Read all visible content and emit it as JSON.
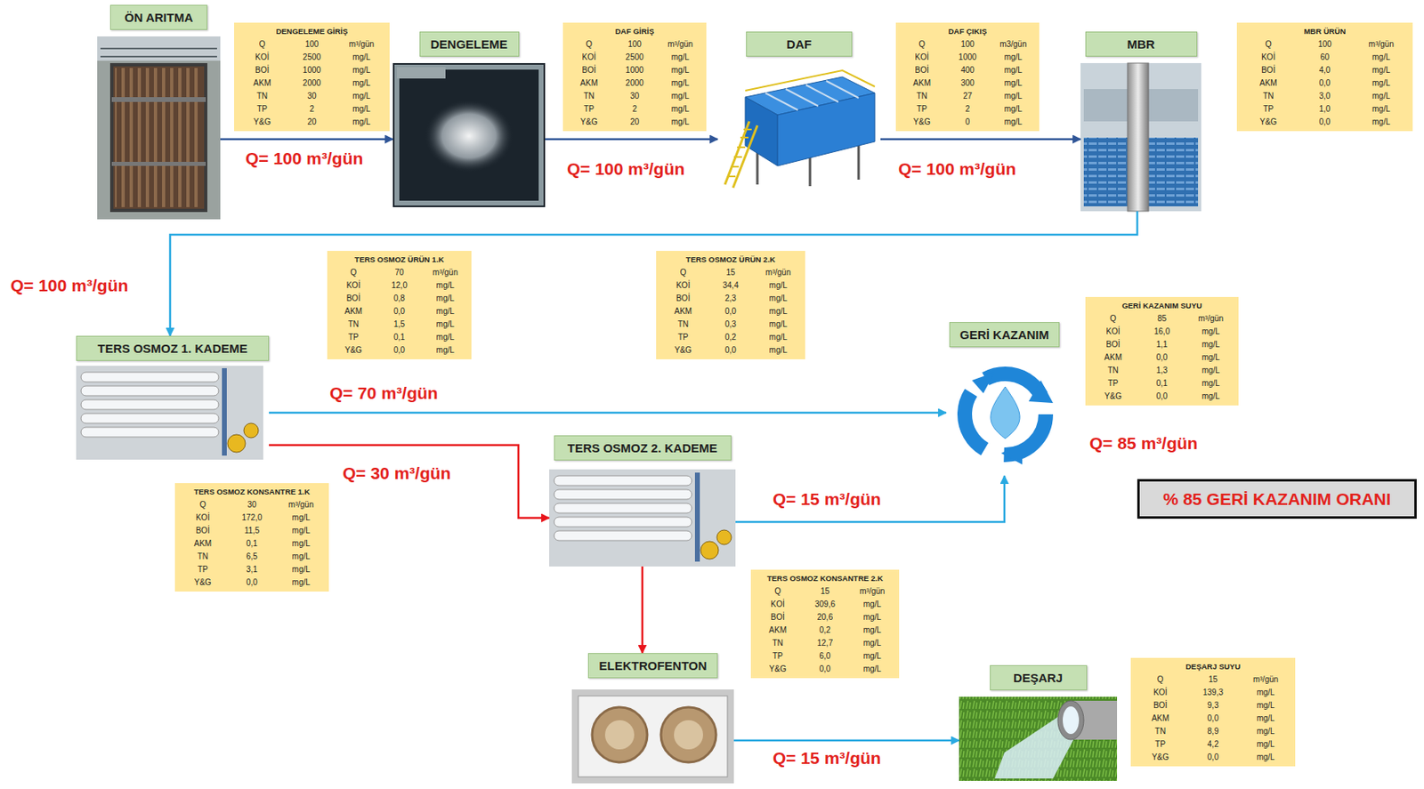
{
  "diagram": {
    "nodes": [
      {
        "text": [
          "ÖN ARITMA"
        ]
      },
      {
        "text": [
          "DENGELEME GİRİŞ",
          "Q",
          "100",
          "m³/gün",
          "KOİ",
          "2500",
          "mg/L",
          "BOİ",
          "1000",
          "mg/L",
          "AKM",
          "2000",
          "mg/L",
          "TN",
          "30",
          "mg/L",
          "TP",
          "2",
          "mg/L",
          "Y&G",
          "20",
          "mg/L"
        ]
      },
      {
        "text": [
          "DENGELEME"
        ]
      },
      {
        "text": [
          "DAF GİRİŞ",
          "Q",
          "100",
          "m³/gün",
          "KOİ",
          "2500",
          "mg/L",
          "BOİ",
          "1000",
          "mg/L",
          "AKM",
          "2000",
          "mg/L",
          "TN",
          "30",
          "mg/L",
          "TP",
          "2",
          "mg/L",
          "Y&G",
          "20",
          "mg/L"
        ]
      },
      {
        "text": [
          "DAF"
        ]
      },
      {
        "text": [
          "DAF ÇIKIŞ",
          "Q",
          "100",
          "m3/gün",
          "KOİ",
          "1000",
          "mg/L",
          "BOİ",
          "400",
          "mg/L",
          "AKM",
          "300",
          "mg/L",
          "TN",
          "27",
          "mg/L",
          "TP",
          "2",
          "mg/L",
          "Y&G",
          "0",
          "mg/L"
        ]
      },
      {
        "text": [
          "MBR"
        ]
      },
      {
        "text": [
          "MBR ÜRÜN",
          "Q",
          "100",
          "m³/gün",
          "KOİ",
          "60",
          "mg/L",
          "BOİ",
          "4,0",
          "mg/L",
          "AKM",
          "0,0",
          "mg/L",
          "TN",
          "3,0",
          "mg/L",
          "TP",
          "1,0",
          "mg/L",
          "Y&G",
          "0,0",
          "mg/L"
        ]
      },
      {
        "text": [
          "TERS OSMOZ ÜRÜN 1.K",
          "Q",
          "70",
          "m³/gün",
          "KOİ",
          "12,0",
          "mg/L",
          "BOİ",
          "0,8",
          "mg/L",
          "AKM",
          "0,0",
          "mg/L",
          "TN",
          "1,5",
          "mg/L",
          "TP",
          "0,1",
          "mg/L",
          "Y&G",
          "0,0",
          "mg/L"
        ]
      },
      {
        "text": [
          "TERS OSMOZ ÜRÜN 2.K",
          "Q",
          "15",
          "m³/gün",
          "KOİ",
          "34,4",
          "mg/L",
          "BOİ",
          "2,3",
          "mg/L",
          "AKM",
          "0,0",
          "mg/L",
          "TN",
          "0,3",
          "mg/L",
          "TP",
          "0,2",
          "mg/L",
          "Y&G",
          "0,0",
          "mg/L"
        ]
      },
      {
        "text": [
          "TERS OSMOZ 1. KADEME"
        ]
      },
      {
        "text": [
          "GERİ KAZANIM"
        ]
      },
      {
        "text": [
          "GERİ KAZANIM SUYU",
          "Q",
          "85",
          "m³/gün",
          "KOİ",
          "16,0",
          "mg/L",
          "BOİ",
          "1,1",
          "mg/L",
          "AKM",
          "0,0",
          "mg/L",
          "TN",
          "1,3",
          "mg/L",
          "TP",
          "0,1",
          "mg/L",
          "Y&G",
          "0,0",
          "mg/L"
        ]
      },
      {
        "text": [
          "TERS OSMOZ 2. KADEME"
        ]
      },
      {
        "text": [
          "% 85 GERİ KAZANIM ORANI"
        ]
      },
      {
        "text": [
          "TERS OSMOZ KONSANTRE 1.K",
          "Q",
          "30",
          "m³/gün",
          "KOİ",
          "172,0",
          "mg/L",
          "BOİ",
          "11,5",
          "mg/L",
          "AKM",
          "0,1",
          "mg/L",
          "TN",
          "6,5",
          "mg/L",
          "TP",
          "3,1",
          "mg/L",
          "Y&G",
          "0,0",
          "mg/L"
        ]
      },
      {
        "text": [
          "TERS OSMOZ KONSANTRE 2.K",
          "Q",
          "15",
          "m³/gün",
          "KOİ",
          "309,6",
          "mg/L",
          "BOİ",
          "20,6",
          "mg/L",
          "AKM",
          "0,2",
          "mg/L",
          "TN",
          "12,7",
          "mg/L",
          "TP",
          "6,0",
          "mg/L",
          "Y&G",
          "0,0",
          "mg/L"
        ]
      },
      {
        "text": [
          "ELEKTROFENTON"
        ]
      },
      {
        "text": [
          "DEŞARJ"
        ]
      },
      {
        "text": [
          "DEŞARJ SUYU",
          "Q",
          "15",
          "m³/gün",
          "KOİ",
          "139,3",
          "mg/L",
          "BOİ",
          "9,3",
          "mg/L",
          "AKM",
          "0,0",
          "mg/L",
          "TN",
          "8,9",
          "mg/L",
          "TP",
          "4,2",
          "mg/L",
          "Y&G",
          "0,0",
          "mg/L"
        ]
      }
    ],
    "edges": [
      {
        "from": 0,
        "to": 2,
        "arrow": "to",
        "label": "Q= 100 m³/gün"
      },
      {
        "from": 2,
        "to": 4,
        "arrow": "to",
        "label": "Q= 100 m³/gün"
      },
      {
        "from": 4,
        "to": 6,
        "arrow": "to",
        "label": "Q= 100 m³/gün"
      },
      {
        "from": 6,
        "to": 10,
        "arrow": "to",
        "label": "Q= 100 m³/gün"
      },
      {
        "from": 10,
        "to": 11,
        "arrow": "to",
        "label": "Q= 70 m³/gün"
      },
      {
        "from": 10,
        "to": 13,
        "arrow": "to",
        "label": "Q= 30 m³/gün"
      },
      {
        "from": 13,
        "to": 11,
        "arrow": "to",
        "label": "Q= 15 m³/gün"
      },
      {
        "from": 13,
        "to": 17,
        "arrow": "to"
      },
      {
        "from": 17,
        "to": 18,
        "arrow": "to",
        "label": "Q= 15 m³/gün"
      }
    ],
    "labels": [
      "Q= 85 m³/gün"
    ]
  }
}
